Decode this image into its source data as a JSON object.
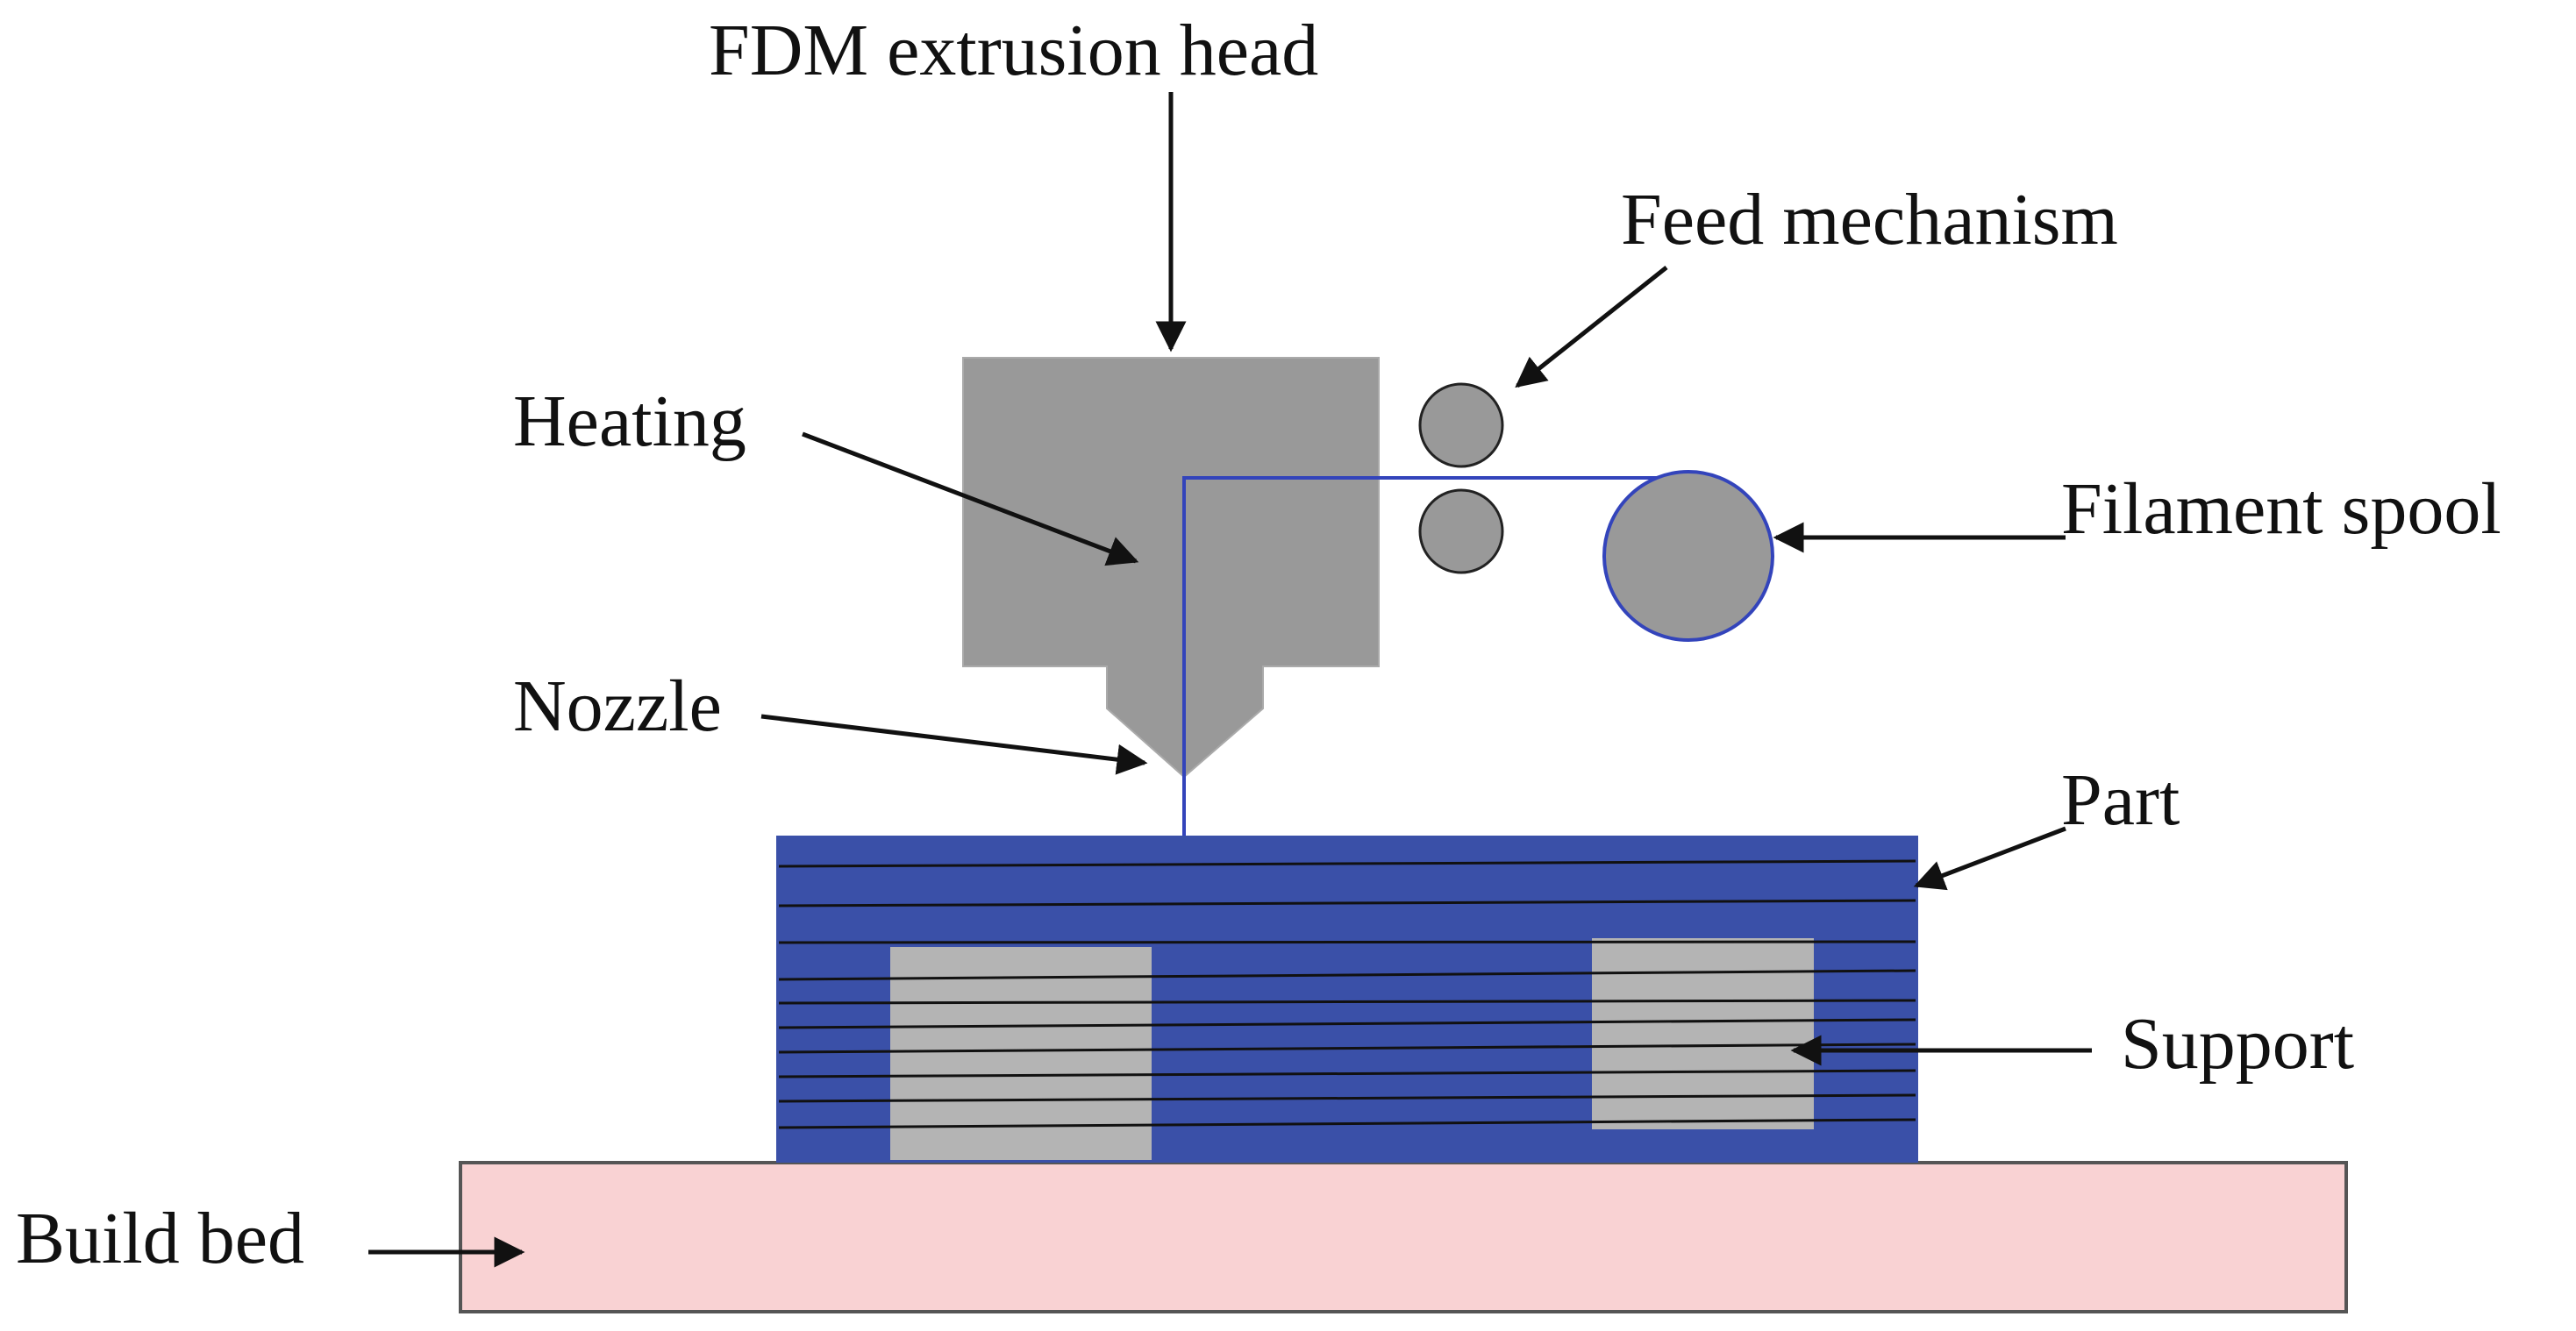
{
  "labels": {
    "extrusion_head": "FDM extrusion head",
    "feed_mechanism": "Feed mechanism",
    "heating": "Heating",
    "filament_spool": "Filament spool",
    "nozzle": "Nozzle",
    "part": "Part",
    "support": "Support",
    "build_bed": "Build bed"
  },
  "colors": {
    "head": "#999999",
    "roller": "#999999",
    "spool": "#999999",
    "filament": "#3344bb",
    "part": "#3a50a8",
    "support": "#b4b4b4",
    "bed": "#f9d2d3",
    "layer_line": "#111111"
  }
}
